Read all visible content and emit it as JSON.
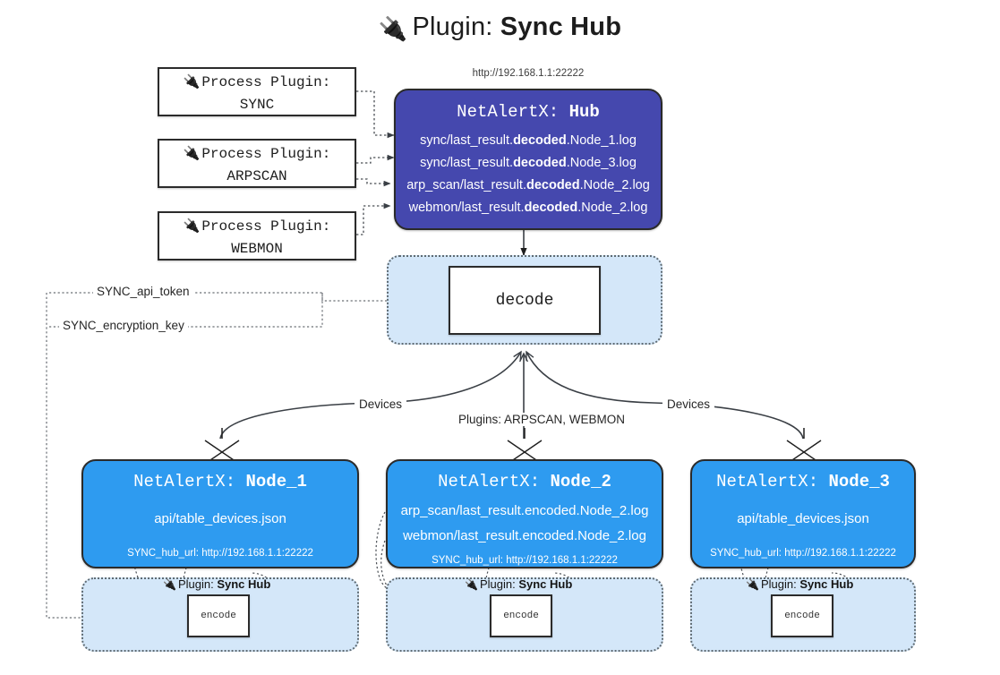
{
  "title": {
    "icon": "plug-icon",
    "lead": "Plugin: ",
    "strong": "Sync Hub"
  },
  "hub": {
    "url": "http://192.168.1.1:22222",
    "name_prefix": "NetAlertX: ",
    "name": "Hub",
    "logs": [
      {
        "pre": "sync/last_result.",
        "mid": "decoded",
        "post": ".Node_1.log"
      },
      {
        "pre": "sync/last_result.",
        "mid": "decoded",
        "post": ".Node_3.log"
      },
      {
        "pre": "arp_scan/last_result.",
        "mid": "decoded",
        "post": ".Node_2.log"
      },
      {
        "pre": "webmon/last_result.",
        "mid": "decoded",
        "post": ".Node_2.log"
      }
    ]
  },
  "process_plugins": [
    {
      "icon": "plug-icon",
      "label": "Process Plugin:",
      "name": "SYNC"
    },
    {
      "icon": "plug-icon",
      "label": "Process Plugin:",
      "name": "ARPSCAN"
    },
    {
      "icon": "plug-icon",
      "label": "Process Plugin:",
      "name": "WEBMON"
    }
  ],
  "tokens": {
    "api": "SYNC_api_token",
    "encryption": "SYNC_encryption_key"
  },
  "decode": {
    "label": "decode"
  },
  "edge_labels": {
    "devices_left": "Devices",
    "devices_right": "Devices",
    "plugins": "Plugins: ARPSCAN, WEBMON"
  },
  "nodes": [
    {
      "name_prefix": "NetAlertX: ",
      "name": "Node_1",
      "lines": [
        "api/table_devices.json"
      ],
      "hub_url_label": "SYNC_hub_url: http://192.168.1.1:22222",
      "envelope": "envelope-icon"
    },
    {
      "name_prefix": "NetAlertX: ",
      "name": "Node_2",
      "lines": [
        "arp_scan/last_result.encoded.Node_2.log",
        "webmon/last_result.encoded.Node_2.log"
      ],
      "hub_url_label": "SYNC_hub_url: http://192.168.1.1:22222",
      "envelope": "envelope-icon"
    },
    {
      "name_prefix": "NetAlertX: ",
      "name": "Node_3",
      "lines": [
        "api/table_devices.json"
      ],
      "hub_url_label": "SYNC_hub_url: http://192.168.1.1:22222",
      "envelope": "envelope-icon"
    }
  ],
  "encoders": [
    {
      "icon": "plug-icon",
      "label_lead": "Plugin: ",
      "label_strong": "Sync Hub",
      "box": "encode"
    },
    {
      "icon": "plug-icon",
      "label_lead": "Plugin: ",
      "label_strong": "Sync Hub",
      "box": "encode"
    },
    {
      "icon": "plug-icon",
      "label_lead": "Plugin: ",
      "label_strong": "Sync Hub",
      "box": "encode"
    }
  ],
  "colors": {
    "hub": "#4548ae",
    "node": "#2e9bf0",
    "cluster": "#d4e7f9",
    "stroke": "#2b2b2b",
    "page_bg": "#ffffff"
  }
}
